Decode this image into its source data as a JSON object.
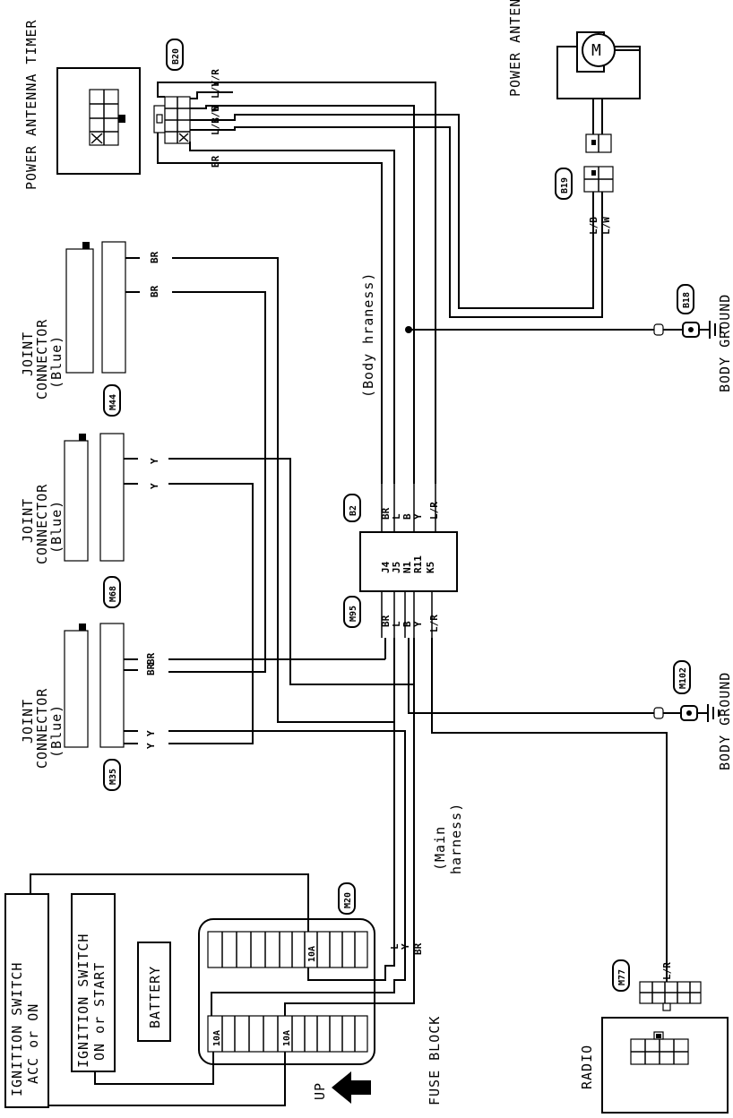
{
  "components": {
    "power_antenna_timer": "POWER ANTENNA TIMER",
    "power_antenna_motor": "POWER ANTENNA MOTOR",
    "joint_connector": "JOINT CONNECTOR (Blue)",
    "body_ground": "BODY GROUND",
    "ignition_acc": "IGNITION SWITCH ACC or ON",
    "ignition_on": "IGNITION SWITCH ON or START",
    "battery": "BATTERY",
    "fuse_block": "FUSE BLOCK",
    "radio": "RADIO",
    "up": "UP"
  },
  "harness": {
    "body": "(Body hraness)",
    "main": "(Main harness)"
  },
  "connectors": {
    "b20": "B20",
    "b19": "B19",
    "b18": "B18",
    "m44": "M44",
    "m68": "M68",
    "m35": "M35",
    "b2": "B2",
    "m95": "M95",
    "m102": "M102",
    "m20": "M20",
    "m77": "M77"
  },
  "fuse": "10A",
  "wires": {
    "lr": "L/R",
    "ly": "L/Y",
    "lw": "L/W",
    "lb": "L/B",
    "br": "BR",
    "y": "Y",
    "l": "L",
    "b": "B"
  },
  "b2_terminals": [
    "J4",
    "J5",
    "N1",
    "R11",
    "K5"
  ],
  "b2_colors": [
    "BR",
    "L",
    "B",
    "Y",
    "L/R"
  ],
  "m95_colors": [
    "BR",
    "L",
    "B",
    "Y",
    "L/R"
  ],
  "fuse_block_colors": [
    "L",
    "Y",
    "BR"
  ]
}
